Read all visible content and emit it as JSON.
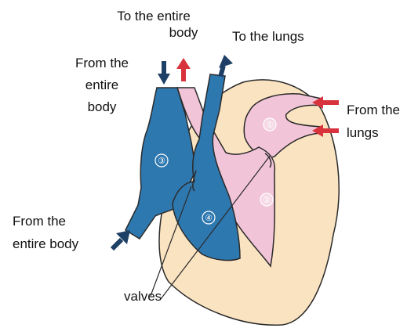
{
  "labels": {
    "to_entire_body": [
      "To the entire",
      "body"
    ],
    "to_lungs": "To the lungs",
    "from_entire_body_top": [
      "From the",
      "entire",
      "body"
    ],
    "from_lungs": [
      "From the",
      "lungs"
    ],
    "from_entire_body_bottom": [
      "From the",
      "entire body"
    ],
    "valves": "valves"
  },
  "chambers": {
    "c1": "①",
    "c2": "②",
    "c3": "③",
    "c4": "④"
  },
  "colors": {
    "deoxygenated_blue": "#2e78b0",
    "oxygenated_pink": "#f2c4d8",
    "heart_tissue": "#fae3c0",
    "outline": "#2a2a2a",
    "arrow_navy": "#1e3f66",
    "arrow_red": "#d8333c"
  }
}
